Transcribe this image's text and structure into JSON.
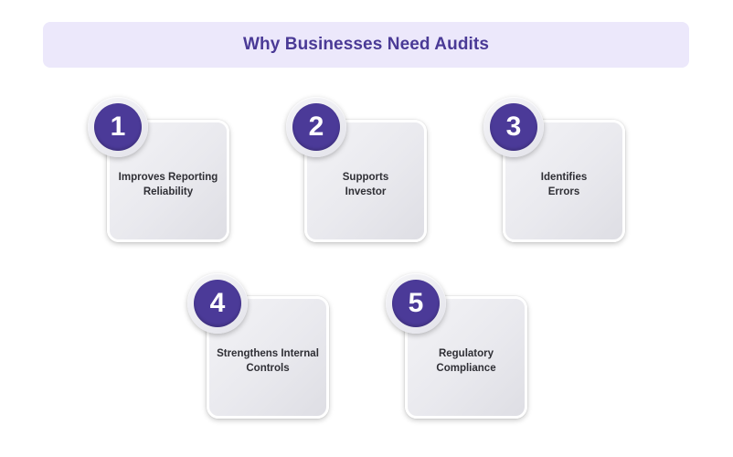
{
  "title": "Why Businesses Need Audits",
  "items": [
    {
      "number": "1",
      "label": "Improves Reporting\nReliability"
    },
    {
      "number": "2",
      "label": "Supports\nInvestor"
    },
    {
      "number": "3",
      "label": "Identifies\nErrors"
    },
    {
      "number": "4",
      "label": "Strengthens Internal\nControls"
    },
    {
      "number": "5",
      "label": "Regulatory\nCompliance"
    }
  ],
  "colors": {
    "accent": "#4b3a98",
    "title_bg": "#ece8fb",
    "title_text": "#4a3a96"
  }
}
